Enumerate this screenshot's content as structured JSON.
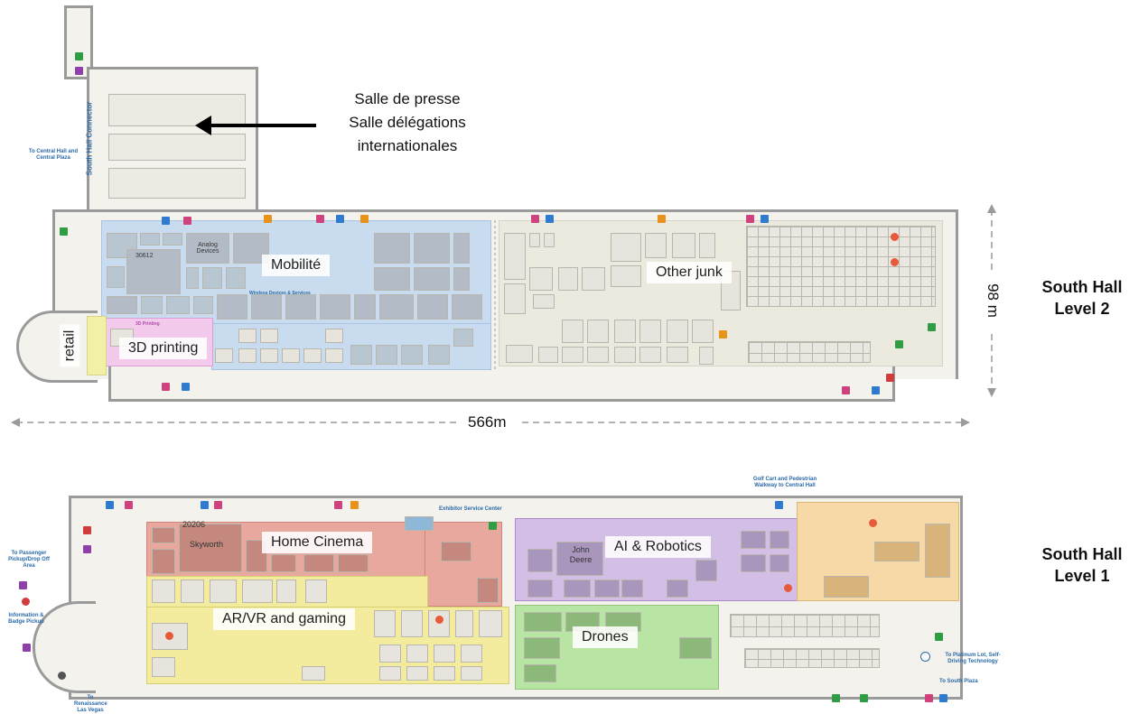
{
  "annotation": {
    "press_line1": "Salle de presse",
    "press_line2": "Salle délégations",
    "press_line3": "internationales"
  },
  "level2": {
    "title_line1": "South Hall",
    "title_line2": "Level 2",
    "width_label": "566m",
    "height_label": "98 m",
    "connector_label": "South Hall Connector",
    "to_central_hall": "To Central Hall and Central Plaza",
    "zones": {
      "mobility": "Mobilité",
      "other": "Other junk",
      "printing": "3D printing",
      "retail": "retail"
    },
    "map_texts": {
      "analog_devices": "Analog Devices",
      "booth_30612": "30612",
      "wireless": "Wireless Devices & Services",
      "printing_small": "3D Printing"
    }
  },
  "level1": {
    "title_line1": "South Hall",
    "title_line2": "Level 1",
    "zones": {
      "cinema": "Home Cinema",
      "arvr": "AR/VR and gaming",
      "robotics": "AI & Robotics",
      "drones": "Drones"
    },
    "map_texts": {
      "booth_20206": "20206",
      "skyworth": "Skyworth",
      "john_deere": "John Deere",
      "to_passenger": "To Passenger Pickup/Drop Off Area",
      "information": "Information & Badge Pickup",
      "to_platinum": "To Platinum Lot, Self-Driving Technology",
      "to_south_plaza": "To South Plaza",
      "to_renaissance": "To Renaissance Las Vegas",
      "golf_cart": "Golf Cart and Pedestrian Walkway to Central Hall",
      "exhibitor_service": "Exhibitor Service Center"
    }
  },
  "colors": {
    "mobility": "#c9dcef",
    "other": "#ece9df",
    "printing": "#f3c9ec",
    "retail": "#f2f0a6",
    "cinema": "#e8a89e",
    "arvr": "#f3ec9e",
    "robotics": "#d3bfe6",
    "drones": "#b8e4a4",
    "orange_zone": "#f6d9a6"
  }
}
